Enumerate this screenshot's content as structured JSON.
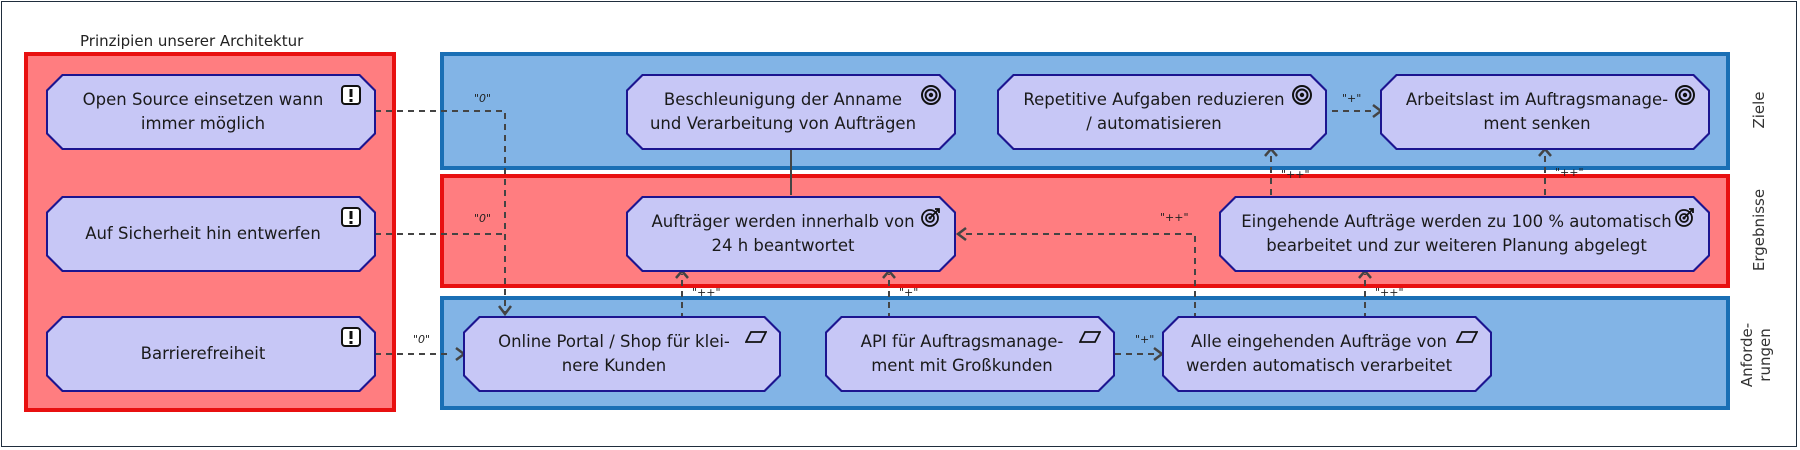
{
  "diagram": {
    "principles_title": "Prinzipien unserer Architektur",
    "lanes": {
      "goals": "Ziele",
      "results": "Ergebnisse",
      "requirements": "Anforde-\nrungen"
    },
    "principles": [
      {
        "id": "p1",
        "label": "Open Source einsetzen wann\nimmer möglich",
        "icon": "exclamation-icon"
      },
      {
        "id": "p2",
        "label": "Auf Sicherheit hin entwerfen",
        "icon": "exclamation-icon"
      },
      {
        "id": "p3",
        "label": "Barrierefreiheit",
        "icon": "exclamation-icon"
      }
    ],
    "goals": [
      {
        "id": "g1",
        "label": "Beschleunigung der Anname\nund Verarbeitung von Aufträgen",
        "icon": "target-icon"
      },
      {
        "id": "g2",
        "label": "Repetitive Aufgaben reduzieren\n/ automatisieren",
        "icon": "target-icon"
      },
      {
        "id": "g3",
        "label": "Arbeitslast im Auftragsmanage-\nment senken",
        "icon": "target-icon"
      }
    ],
    "results": [
      {
        "id": "r1",
        "label": "Aufträger werden innerhalb von\n24 h beantwortet",
        "icon": "dart-icon"
      },
      {
        "id": "r2",
        "label": "Eingehende Aufträge werden zu 100 % automatisch\nbearbeitet und zur weiteren Planung abgelegt",
        "icon": "dart-icon"
      }
    ],
    "requirements": [
      {
        "id": "q1",
        "label": "Online Portal / Shop für klei-\nnere Kunden",
        "icon": "parallelogram-icon"
      },
      {
        "id": "q2",
        "label": "API für Auftragsmanage-\nment mit Großkunden",
        "icon": "parallelogram-icon"
      },
      {
        "id": "q3",
        "label": "Alle eingehenden Aufträge von\nwerden automatisch verarbeitet",
        "icon": "parallelogram-icon"
      }
    ],
    "edge_labels": {
      "p1_q1": "\"0\"",
      "p2_q1": "\"0\"",
      "p3_q1": "\"0\"",
      "g2_g3": "\"+\"",
      "r2_g2": "\"++\"",
      "r2_g3": "\"++\"",
      "q3_r1": "\"++\"",
      "q1_r1": "\"++\"",
      "q2_r1": "\"+\"",
      "q3_r2": "\"++\"",
      "q2_q3": "\"+\""
    },
    "colors": {
      "principle_fill": "#ff7d80",
      "principle_border": "#e81010",
      "lane_blue_fill": "#82b4e6",
      "lane_blue_border": "#1a6fb5",
      "lane_red_fill": "#ff7d80",
      "lane_red_border": "#e81010",
      "node_fill": "#c7c7f6",
      "node_border": "#1c1590"
    }
  }
}
